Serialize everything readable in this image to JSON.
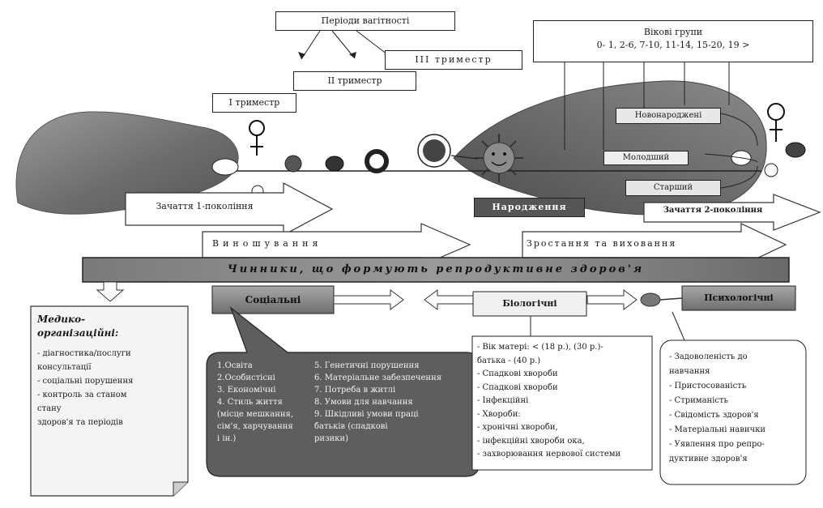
{
  "pregnancy": {
    "title": "Періоди вагітності",
    "trimesters": [
      "І триместр",
      "ІІ триместр",
      "ІІІ триместр"
    ]
  },
  "age_groups": {
    "title": "Вікові групи",
    "ranges": "0- 1,  2-6,  7-10,  11-14,  15-20,  19 >"
  },
  "stages": {
    "conception_1": "Зачаття 1-покоління",
    "birth": "Народження",
    "conception_2": "Зачаття 2-покоління",
    "gestation": "Виношування",
    "maturation": "Зростання та виховання"
  },
  "age_periods": [
    "Новонароджені",
    "Молодший",
    "Старший"
  ],
  "banner": "Чинники, що формують репродуктивне здоров'я",
  "factors": {
    "social": "Соціальні",
    "biological": "Біологічні",
    "psychological": "Психологічні"
  },
  "medical": {
    "title_lines": [
      "Медико-",
      "організаційні:"
    ],
    "items": [
      "- діагностика/послуги",
      "  консультації",
      "- соціальні порушення",
      "- контроль за станом",
      "  стану",
      "  здоров'я та періодів"
    ]
  },
  "social_list": {
    "col1": [
      "1.Освіта",
      "2.Особистісні",
      "3. Економічні",
      "4. Стиль життя",
      "   (місце мешкання,",
      "   сім'я, харчування",
      "   і ін.)"
    ],
    "col2": [
      "5. Генетичні порушення",
      "6. Матеріальне забезпечення",
      "7. Потреба в житлі",
      "8. Умови для навчання",
      "9. Шкідливі умови праці",
      "   батьків (спадкові",
      "   ризики)"
    ]
  },
  "biological_list": [
    "- Вік матері: < (18 р.), (30 р.)-",
    "  батька - (40 р.)",
    "- Спадкові хвороби",
    "- Спадкові хвороби",
    "- Інфекційні",
    "- Хвороби:",
    "  - хронічні хвороби,",
    "  - інфекційні хвороби ока,",
    "  - захворювання нервової системи"
  ],
  "psych_list": [
    "- Задоволеність до",
    "  навчання",
    "- Пристосованість",
    "- Стриманість",
    "- Свідомість здоров'я",
    "- Матеріальні навички",
    "- Уявлення про репро-",
    "  дуктивне здоров'я"
  ]
}
